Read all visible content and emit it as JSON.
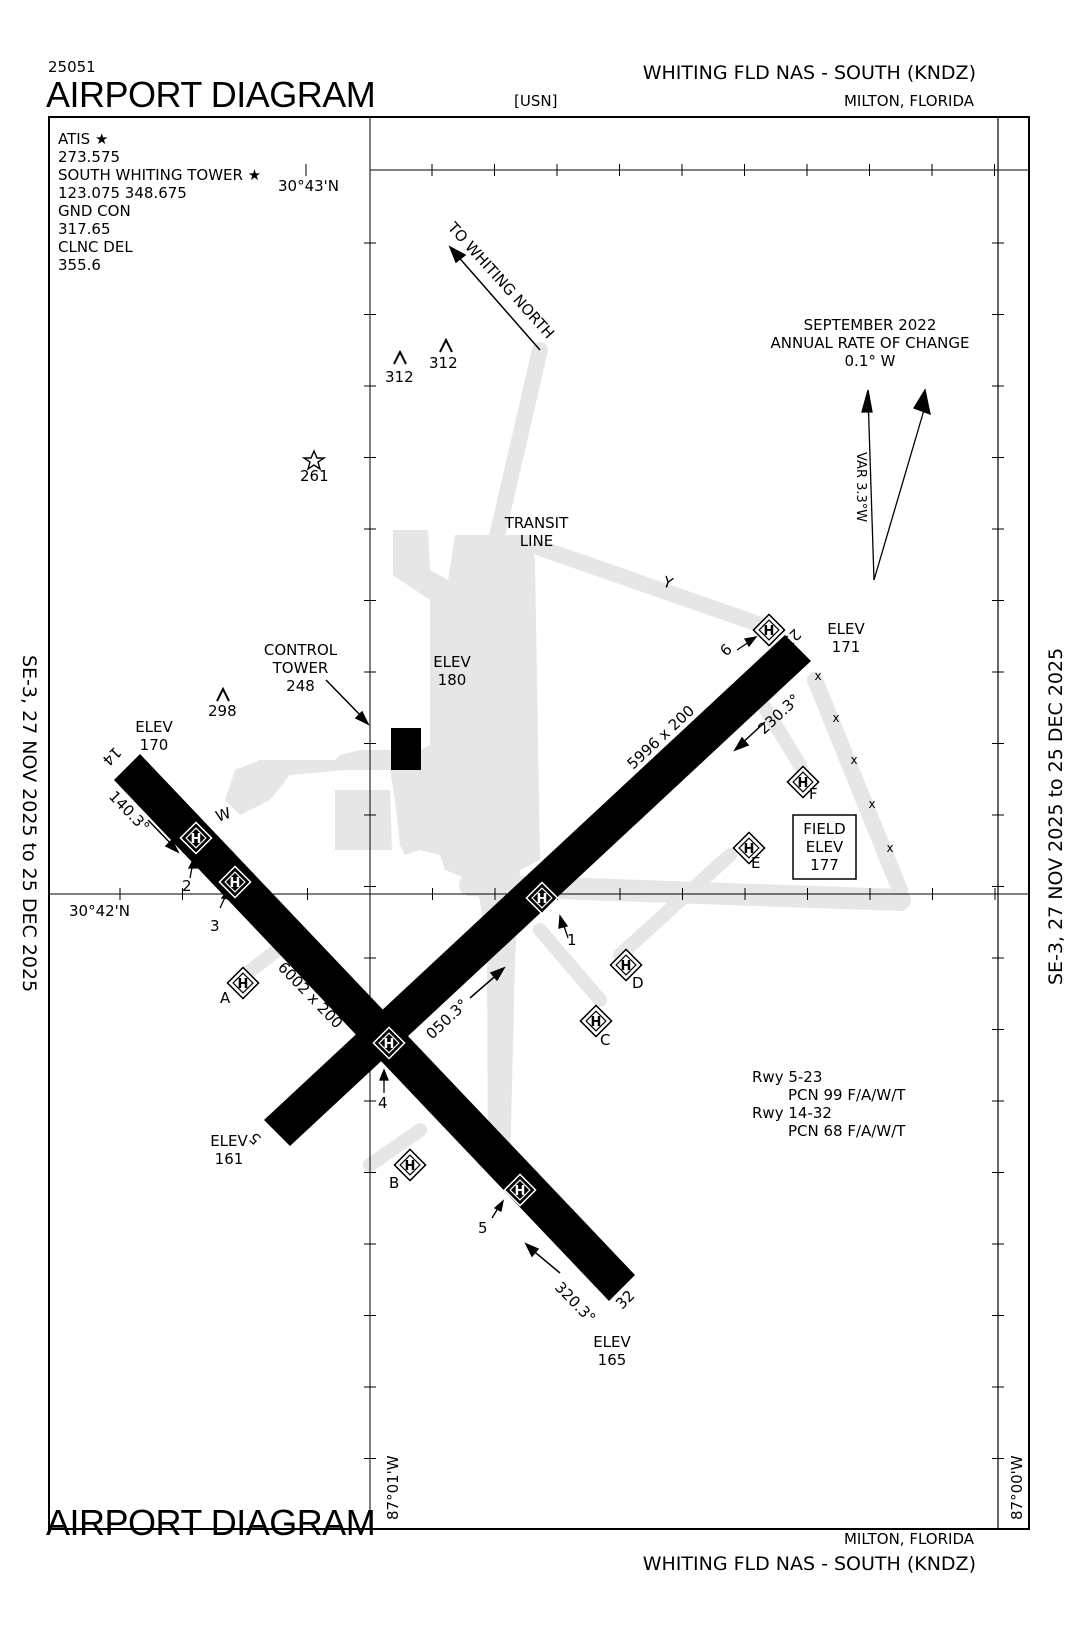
{
  "header": {
    "chart_number": "25051",
    "title": "AIRPORT DIAGRAM",
    "airport": "WHITING FLD NAS - SOUTH  (KNDZ)",
    "city": "MILTON, FLORIDA",
    "operator": "[USN]"
  },
  "footer": {
    "title": "AIRPORT DIAGRAM",
    "city": "MILTON, FLORIDA",
    "airport": "WHITING FLD NAS - SOUTH  (KNDZ)"
  },
  "side_text": {
    "left": "SE-3,  27 NOV 2025  to  25 DEC 2025",
    "right": "SE-3,  27 NOV 2025  to  25 DEC 2025"
  },
  "frequencies": {
    "atis_label": "ATIS ★",
    "atis_freq": "273.575",
    "tower_label": "SOUTH WHITING TOWER ★",
    "tower_freq": "123.075  348.675",
    "gnd_label": "GND CON",
    "gnd_freq": "317.65",
    "clnc_label": "CLNC DEL",
    "clnc_freq": "355.6"
  },
  "coordinates": {
    "lat_top": "30°43'N",
    "lat_bottom": "30°42'N",
    "lon_left": "87°01'W",
    "lon_right": "87°00'W"
  },
  "magvar": {
    "date": "SEPTEMBER 2022",
    "rate_label": "ANNUAL RATE OF CHANGE",
    "rate": "0.1° W",
    "var": "VAR 3.3°W"
  },
  "labels": {
    "to_whiting_north": "TO WHITING NORTH",
    "transit_line_1": "TRANSIT",
    "transit_line_2": "LINE",
    "control_tower_1": "CONTROL",
    "control_tower_2": "TOWER",
    "control_tower_elev": "248",
    "field_elev_1": "FIELD",
    "field_elev_2": "ELEV",
    "field_elev_val": "177",
    "elev_word": "ELEV"
  },
  "obstacles": [
    {
      "value": "312"
    },
    {
      "value": "312"
    },
    {
      "value": "261"
    },
    {
      "value": "298"
    }
  ],
  "elevations": {
    "apron": "180",
    "rwy14": "170",
    "rwy23": "171",
    "rwy5": "161",
    "rwy32": "165"
  },
  "runways": {
    "r5_23_dims": "5996 x 200",
    "r14_32_dims": "6002 x 200",
    "hdg_050": "050.3°",
    "hdg_230": "230.3°",
    "hdg_140": "140.3°",
    "hdg_320": "320.3°",
    "end_5": "5",
    "end_23": "23",
    "end_14": "14",
    "end_32": "32"
  },
  "taxiways": {
    "W": "W",
    "Y": "Y",
    "A": "A",
    "B": "B",
    "C": "C",
    "D": "D",
    "E": "E",
    "F": "F"
  },
  "hold_markers": {
    "m1": "1",
    "m2": "2",
    "m3": "3",
    "m4": "4",
    "m5": "5",
    "m6": "6"
  },
  "helipad_letter": "H",
  "pcn": {
    "rwy1_label": "Rwy 5-23",
    "rwy1_pcn": "PCN 99 F/A/W/T",
    "rwy2_label": "Rwy 14-32",
    "rwy2_pcn": "PCN 68 F/A/W/T"
  },
  "colors": {
    "runway": "#000000",
    "taxiway": "#e6e6e6",
    "background": "#ffffff"
  }
}
